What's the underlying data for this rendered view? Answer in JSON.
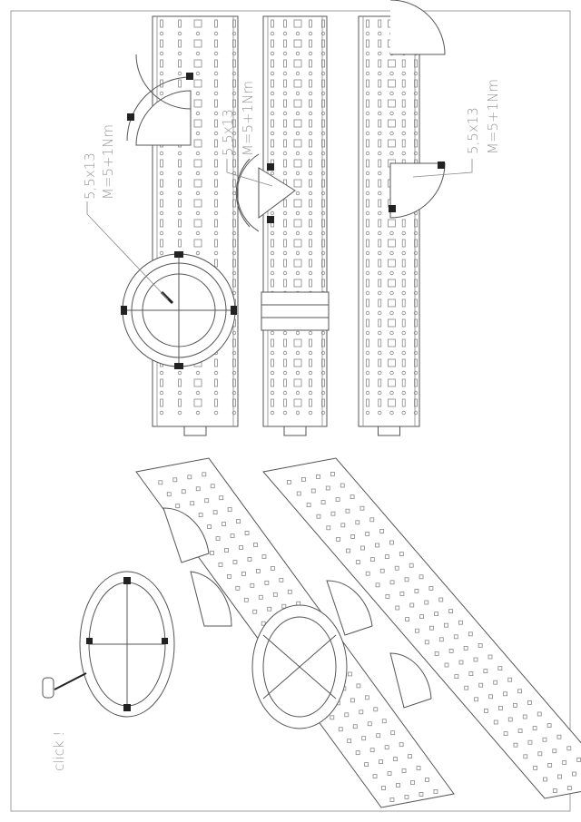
{
  "annotations": [
    {
      "size": "5,5x13",
      "torque": "M=5+1Nm"
    },
    {
      "size": "5,5x13",
      "torque": "M=5+1Nm"
    },
    {
      "size": "5,5x13",
      "torque": "M=5+1Nm"
    }
  ],
  "click_label": "click !",
  "colors": {
    "line": "#555555",
    "text": "#999999",
    "fastener": "#222222"
  }
}
